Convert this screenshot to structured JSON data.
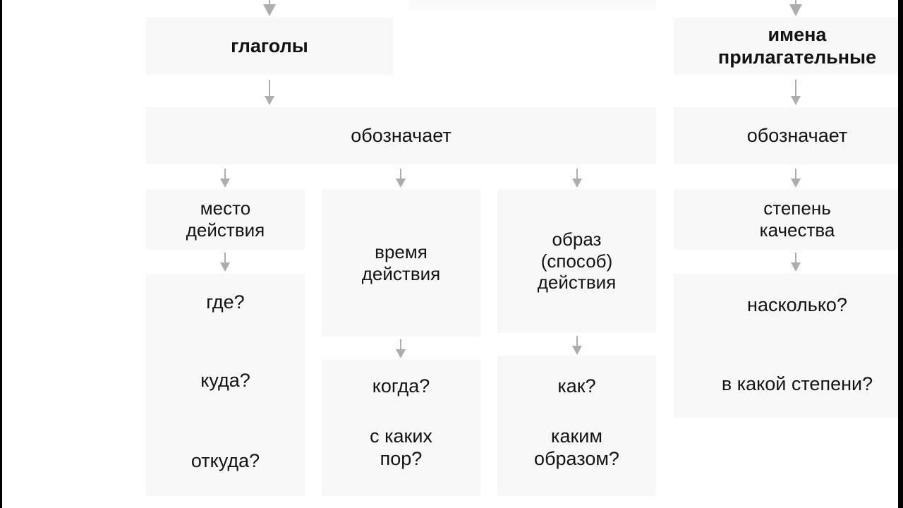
{
  "diagram": {
    "title_hidden_top_box": "",
    "colors": {
      "box_fill": "#f8f8f8",
      "text": "#131313",
      "arrow": "#adadad",
      "background": "#ffffff",
      "edge_bar": "#000000"
    },
    "columns": [
      {
        "id": "verbs",
        "head_label": "глаголы",
        "means_label": "обозначает",
        "branches": [
          {
            "id": "place",
            "category": "место\nдействия",
            "questions": [
              "где?",
              "куда?",
              "откуда?"
            ]
          },
          {
            "id": "time",
            "category": "время\nдействия",
            "questions": [
              "когда?",
              "с каких\nпор?"
            ]
          },
          {
            "id": "manner",
            "category": "образ\n(способ)\nдействия",
            "questions": [
              "как?",
              "каким\nобразом?"
            ]
          }
        ]
      },
      {
        "id": "adjectives",
        "head_label": "имена\nприлагательные",
        "means_label": "обозначает",
        "branches": [
          {
            "id": "degree",
            "category": "степень\nкачества",
            "questions": [
              "насколько?",
              "в какой степени?"
            ]
          }
        ]
      }
    ]
  }
}
